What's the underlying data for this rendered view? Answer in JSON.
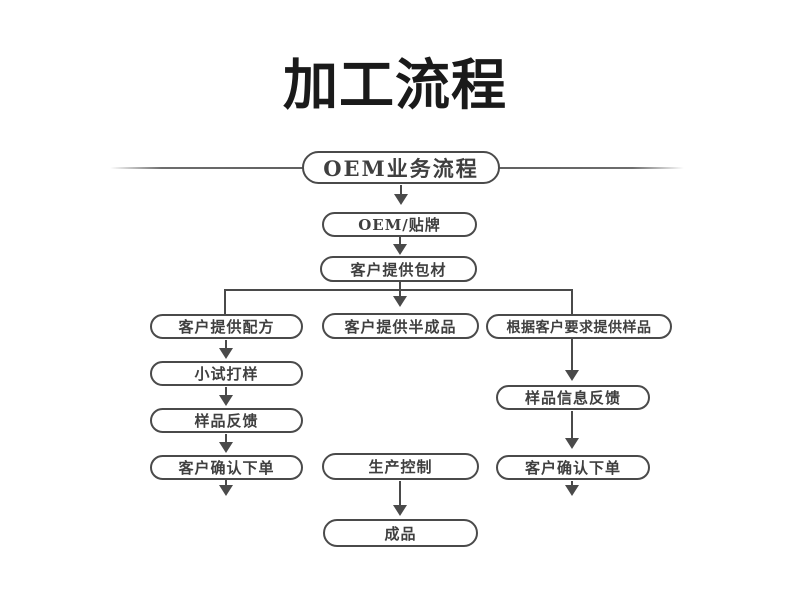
{
  "title": "加工流程",
  "colors": {
    "background": "#ffffff",
    "title": "#1a1a1a",
    "line": "#4a4a4a",
    "node_text": "#3f3f3f"
  },
  "flowchart": {
    "nodes": [
      {
        "id": "oem-business-flow",
        "label": "OEM业务流程"
      },
      {
        "id": "oem-private-label",
        "label": "OEM/贴牌"
      },
      {
        "id": "customer-provides-packaging",
        "label": "客户提供包材"
      },
      {
        "id": "customer-provides-formula",
        "label": "客户提供配方"
      },
      {
        "id": "customer-provides-semifinished",
        "label": "客户提供半成品"
      },
      {
        "id": "samples-per-customer-request",
        "label": "根据客户要求提供样品"
      },
      {
        "id": "small-trial-sampling",
        "label": "小试打样"
      },
      {
        "id": "sample-feedback",
        "label": "样品反馈"
      },
      {
        "id": "customer-confirms-order-left",
        "label": "客户确认下单"
      },
      {
        "id": "sample-info-feedback",
        "label": "样品信息反馈"
      },
      {
        "id": "production-control",
        "label": "生产控制"
      },
      {
        "id": "customer-confirms-order-right",
        "label": "客户确认下单"
      },
      {
        "id": "finished-product",
        "label": "成品"
      }
    ]
  }
}
